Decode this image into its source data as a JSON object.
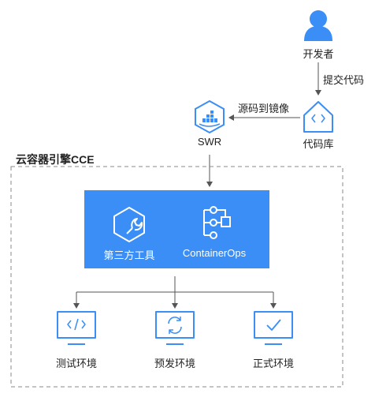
{
  "developer": {
    "label": "开发者",
    "icon": "user-icon"
  },
  "submit_code": {
    "label": "提交代码"
  },
  "repo": {
    "label": "代码库",
    "icon": "code-repo-icon"
  },
  "sync_image": {
    "label": "源码到镜像"
  },
  "swr": {
    "label": "SWR",
    "icon": "container-registry-icon"
  },
  "cluster": {
    "title": "云容器引擎CCE"
  },
  "panel": {
    "tool_label": "第三方工具",
    "tool_icon": "wrench-icon",
    "ops_label": "ContainerOps",
    "ops_icon": "pipeline-icon"
  },
  "environments": [
    {
      "label": "测试环境",
      "icon": "monitor-code-icon"
    },
    {
      "label": "预发环境",
      "icon": "monitor-refresh-icon"
    },
    {
      "label": "正式环境",
      "icon": "monitor-check-icon"
    }
  ],
  "colors": {
    "blue": "#3a8ef6",
    "gray": "#666666",
    "line": "#555555"
  }
}
